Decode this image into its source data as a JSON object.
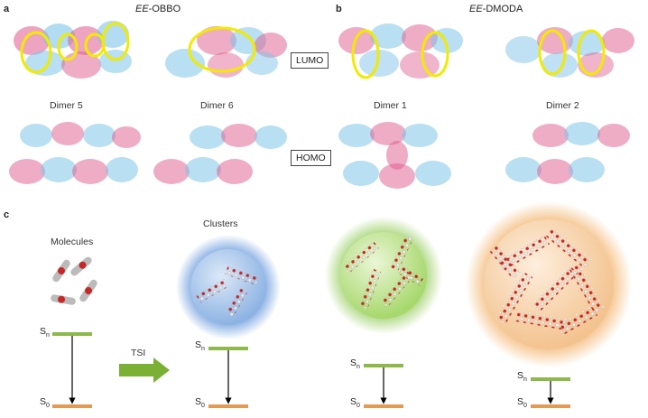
{
  "panel_a": {
    "letter": "a",
    "title_italic": "EE",
    "title_rest": "-OBBO",
    "dimers": [
      "Dimer 5",
      "Dimer 6"
    ]
  },
  "panel_b": {
    "letter": "b",
    "title_italic": "EE",
    "title_rest": "-DMODA",
    "dimers": [
      "Dimer 1",
      "Dimer 2"
    ]
  },
  "orbital_labels": {
    "lumo": "LUMO",
    "homo": "HOMO"
  },
  "panel_c": {
    "letter": "c",
    "molecules": "Molecules",
    "clusters": "Clusters",
    "arrow_label": "TSI",
    "levels": {
      "sn": "S",
      "sn_sub": "n",
      "s0": "S",
      "s0_sub": "0"
    }
  },
  "colors": {
    "lumo_pink": "#e05a8c",
    "homo_blue": "#7fc4e8",
    "highlight": "#f2ea00",
    "blue_glow": "#4a86d6",
    "green_glow": "#7fc23a",
    "orange_glow": "#ee9a3a",
    "sn_level": "#8db84a",
    "s0_level": "#e29a55",
    "arrow_green": "#7ab034"
  }
}
